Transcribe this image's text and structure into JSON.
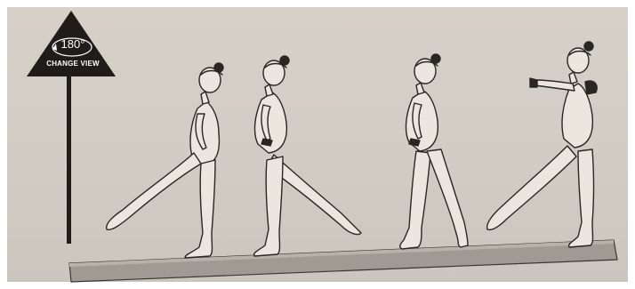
{
  "sign": {
    "degrees": "180°",
    "label": "CHANGE VIEW",
    "icon": "rotate-arrow-icon"
  },
  "figures": [
    {
      "name": "gymnast-figure-1",
      "pose": "leg-extended-back-left"
    },
    {
      "name": "gymnast-figure-2",
      "pose": "leg-extended-back-right"
    },
    {
      "name": "gymnast-figure-3",
      "pose": "standing-walk"
    },
    {
      "name": "gymnast-figure-4",
      "pose": "arms-forward-leg-back"
    }
  ],
  "colors": {
    "paper": "#d4cfc6",
    "ink": "#2a2622",
    "beam_top": "#a9a49c",
    "beam_side": "#9a958d"
  }
}
